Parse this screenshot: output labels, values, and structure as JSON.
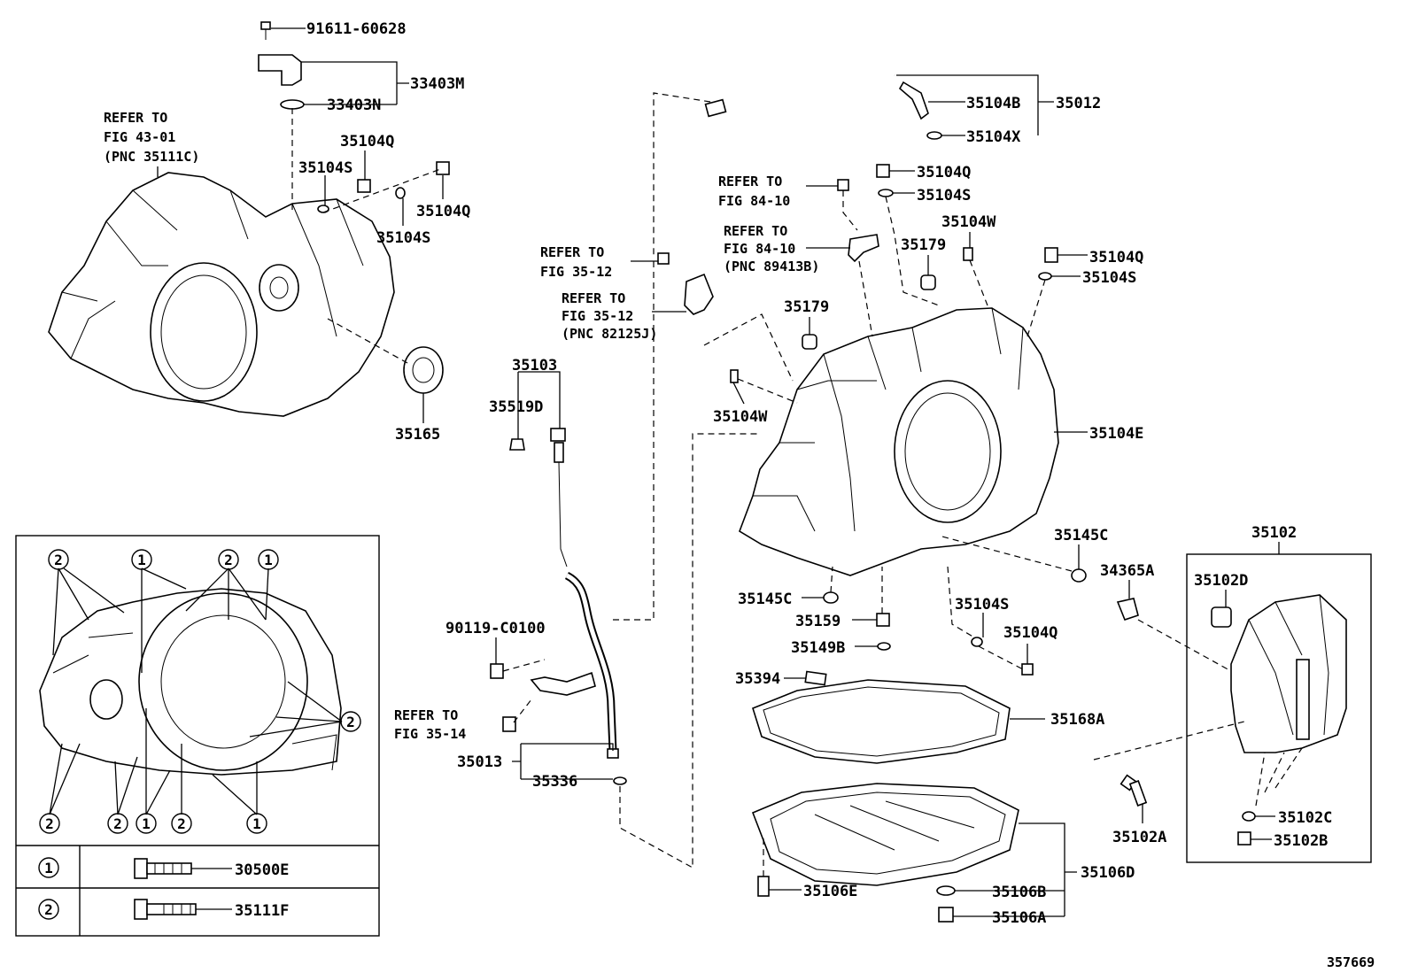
{
  "diagram": {
    "drawing_number": "357669",
    "labels": {
      "p91611": "91611-60628",
      "p33403m": "33403M",
      "p33403n": "33403N",
      "p35104q_a": "35104Q",
      "p35104s_a": "35104S",
      "p35104q_b": "35104Q",
      "p35104s_b": "35104S",
      "p35165": "35165",
      "p35104b": "35104B",
      "p35012": "35012",
      "p35104x": "35104X",
      "p35104q_c": "35104Q",
      "p35104s_c": "35104S",
      "p35104w_a": "35104W",
      "p35179_a": "35179",
      "p35104q_d": "35104Q",
      "p35104s_d": "35104S",
      "p35179_b": "35179",
      "p35104w_b": "35104W",
      "p35104e": "35104E",
      "p35103": "35103",
      "p35519d": "35519D",
      "p35145c_a": "35145C",
      "p35145c_b": "35145C",
      "p35159": "35159",
      "p35149b": "35149B",
      "p35104s_e": "35104S",
      "p35104q_e": "35104Q",
      "p34365a": "34365A",
      "p35102": "35102",
      "p35102d": "35102D",
      "p35394": "35394",
      "p35168a": "35168A",
      "p90119": "90119-C0100",
      "p35013": "35013",
      "p35336": "35336",
      "p35102a": "35102A",
      "p35102c": "35102C",
      "p35102b": "35102B",
      "p35106d": "35106D",
      "p35106e": "35106E",
      "p35106b": "35106B",
      "p35106a": "35106A"
    },
    "references": {
      "ref_fig43": [
        "REFER TO",
        "FIG 43-01",
        "(PNC 35111C)"
      ],
      "ref_fig84_a": [
        "REFER TO",
        "FIG 84-10"
      ],
      "ref_fig84_b": [
        "REFER TO",
        "FIG 84-10",
        "(PNC 89413B)"
      ],
      "ref_fig35_a": [
        "REFER TO",
        "FIG 35-12"
      ],
      "ref_fig35_b": [
        "REFER TO",
        "FIG 35-12",
        "(PNC 82125J)"
      ],
      "ref_fig35_14": [
        "REFER TO",
        "FIG 35-14"
      ]
    },
    "inset": {
      "markers": [
        "1",
        "2"
      ],
      "legend": [
        {
          "marker": "1",
          "part": "30500E"
        },
        {
          "marker": "2",
          "part": "35111F"
        }
      ]
    }
  }
}
